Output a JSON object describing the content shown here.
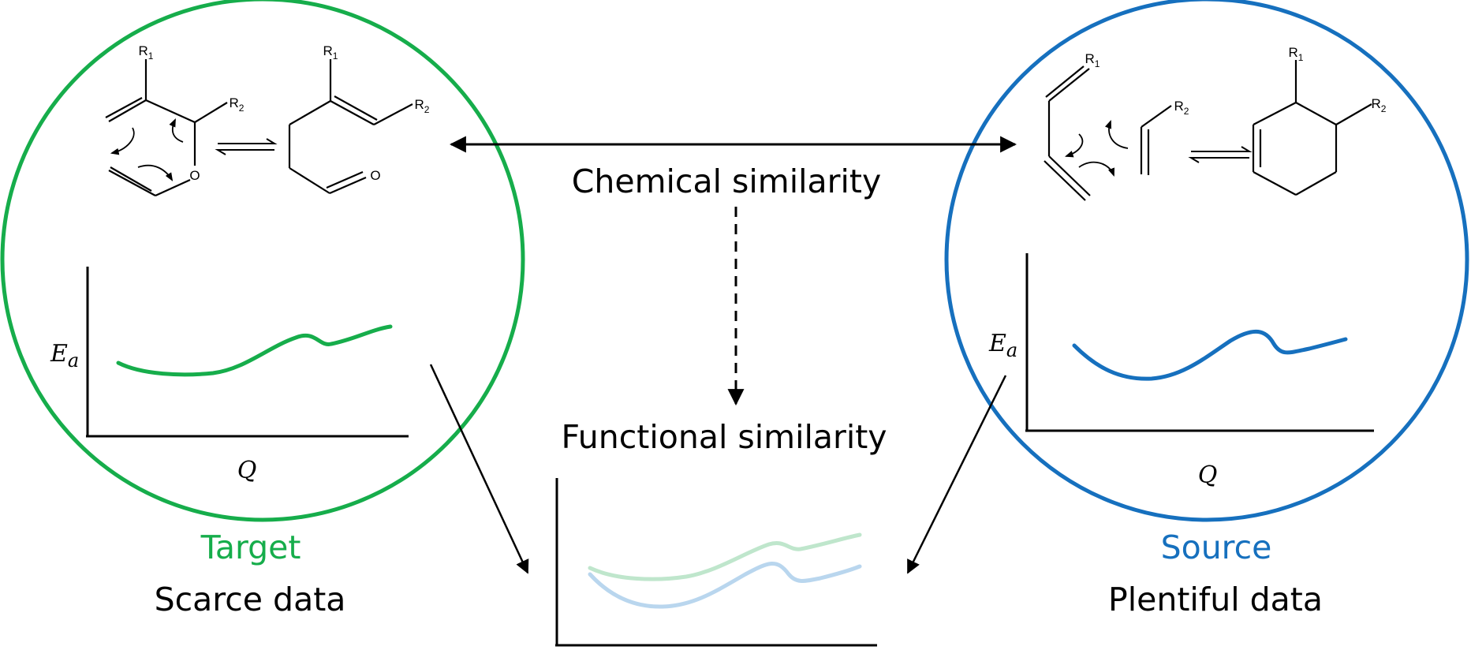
{
  "colors": {
    "target": "#16ad4b",
    "source": "#1670be",
    "target_faded": "#bfe6cc",
    "source_faded": "#b9d6ee",
    "ink": "#000000"
  },
  "center": {
    "chemical_similarity": "Chemical similarity",
    "functional_similarity": "Functional similarity"
  },
  "target": {
    "title": "Target",
    "subtitle": "Scarce data",
    "axis_y_symbol": "E",
    "axis_y_subscript": "a",
    "axis_x_symbol": "Q"
  },
  "source": {
    "title": "Source",
    "subtitle": "Plentiful data",
    "axis_y_symbol": "E",
    "axis_y_subscript": "a",
    "axis_x_symbol": "Q"
  },
  "molecules": {
    "r1": "R",
    "r2": "R",
    "r1_sub": "1",
    "r2_sub": "2",
    "oxygen": "O"
  }
}
